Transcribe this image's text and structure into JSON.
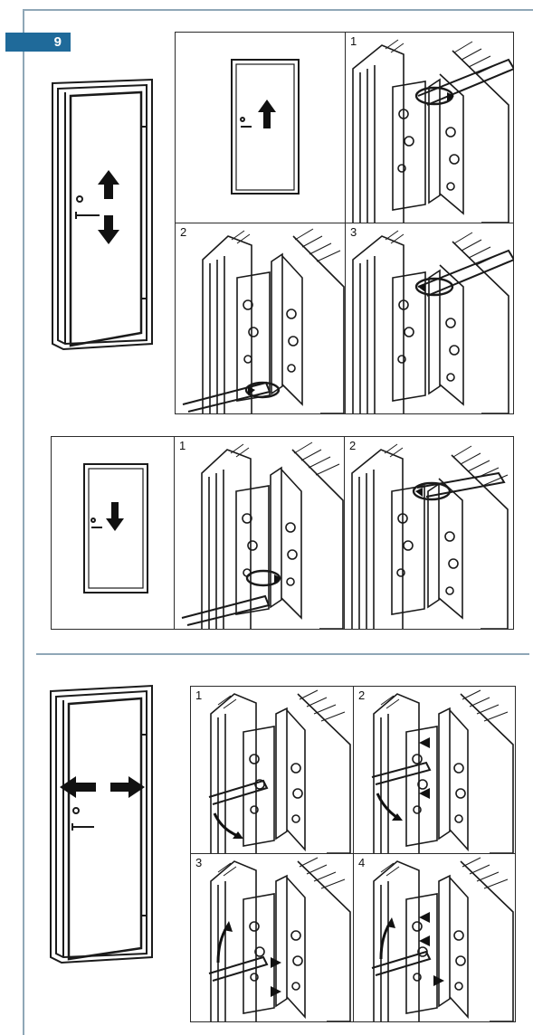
{
  "step": {
    "number": "9"
  },
  "section_top": {
    "cells": [
      {
        "number": "1"
      },
      {
        "number": "2"
      },
      {
        "number": "3"
      }
    ]
  },
  "section_mid": {
    "cells": [
      {
        "number": "1"
      },
      {
        "number": "2"
      }
    ]
  },
  "section_bottom": {
    "cells": [
      {
        "number": "1"
      },
      {
        "number": "2"
      },
      {
        "number": "3"
      },
      {
        "number": "4"
      }
    ]
  },
  "colors": {
    "badge": "#1f6a9a",
    "rule": "#8fa7b7",
    "line": "#1a1a1a"
  }
}
